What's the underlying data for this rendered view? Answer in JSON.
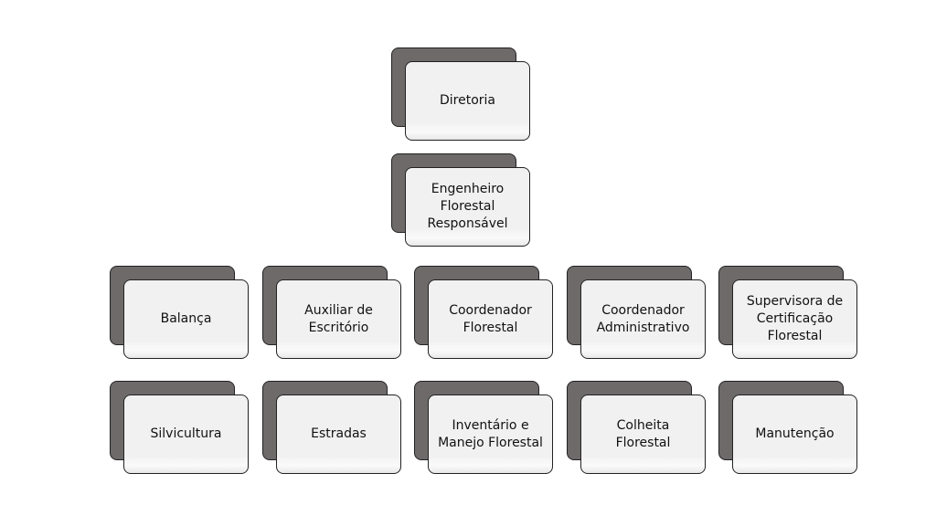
{
  "nodes": [
    {
      "id": "diretoria",
      "label": "Diretoria"
    },
    {
      "id": "engenheiro",
      "label": "Engenheiro\nFlorestal\nResponsável"
    },
    {
      "id": "balanca",
      "label": "Balança"
    },
    {
      "id": "auxiliar",
      "label": "Auxiliar de\nEscritório"
    },
    {
      "id": "coord-florestal",
      "label": "Coordenador\nFlorestal"
    },
    {
      "id": "coord-admin",
      "label": "Coordenador\nAdministrativo"
    },
    {
      "id": "supervisora",
      "label": "Supervisora de\nCertificação\nFlorestal"
    },
    {
      "id": "silvicultura",
      "label": "Silvicultura"
    },
    {
      "id": "estradas",
      "label": "Estradas"
    },
    {
      "id": "inventario",
      "label": "Inventário e\nManejo Florestal"
    },
    {
      "id": "colheita",
      "label": "Colheita\nFlorestal"
    },
    {
      "id": "manutencao",
      "label": "Manutenção"
    }
  ]
}
